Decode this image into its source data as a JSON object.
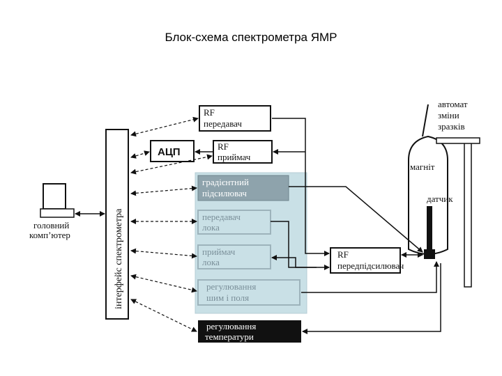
{
  "title": "Блок-схема спектрометра ЯМР",
  "blocks": {
    "main_computer": [
      "головний",
      "комп’ютер"
    ],
    "interface": "інтерфейс спектрометра",
    "rf_transmitter": [
      "RF",
      "передавач"
    ],
    "adc": "АЦП",
    "rf_receiver": [
      "RF",
      "приймач"
    ],
    "gradient_amp": [
      "градієнтний",
      "підсилювач"
    ],
    "lock_transmitter": [
      "передавач",
      "лока"
    ],
    "lock_receiver": [
      "приймач",
      "лока"
    ],
    "shim_control": [
      "регулювання",
      "шим і поля"
    ],
    "temperature_control": [
      "регулювання",
      "температури"
    ],
    "rf_preamp": [
      "RF",
      "передпідсилювач"
    ],
    "magnet": "магніт",
    "sensor": "датчик",
    "sample_changer": [
      "автомат",
      "зміни",
      "зразків"
    ]
  },
  "colors": {
    "shaded_panel": "#c9e0e6",
    "gradient_block": "#8ea3ac",
    "faded_block_border": "#9db3bb",
    "temperature_block": "#111111"
  }
}
